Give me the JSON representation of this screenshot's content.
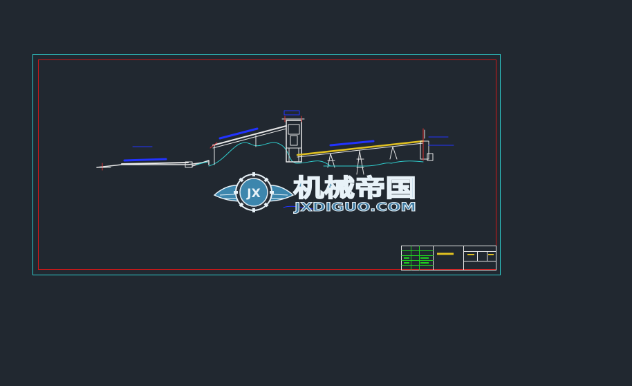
{
  "canvas": {
    "background": "#212830",
    "colors": {
      "outer_frame": "#2fd0d0",
      "inner_frame": "#d01818",
      "white": "#e8e8e8",
      "blue": "#2233ff",
      "cyan": "#2fd0d0",
      "yellow": "#e0c020",
      "green": "#20d020",
      "red": "#e03030"
    }
  },
  "watermark": {
    "logo_letters": "JX",
    "title": "机械帝国",
    "subtitle": "JXDIGUO.COM",
    "title_color": "#4d8eb0",
    "subtitle_color": "#3a78a0",
    "emblem_icon": "winged-gear-emblem"
  },
  "drawing": {
    "equipment": [
      {
        "id": "feed-conveyor",
        "icon": "belt-conveyor"
      },
      {
        "id": "screening-tower",
        "icon": "vibrating-screen-tower"
      },
      {
        "id": "incline-conveyor",
        "icon": "belt-conveyor"
      },
      {
        "id": "main-conveyor",
        "icon": "long-belt-conveyor"
      },
      {
        "id": "head-pulley-frame",
        "icon": "tail-frame"
      }
    ]
  },
  "title_block": {
    "icon": "title-block-table"
  }
}
